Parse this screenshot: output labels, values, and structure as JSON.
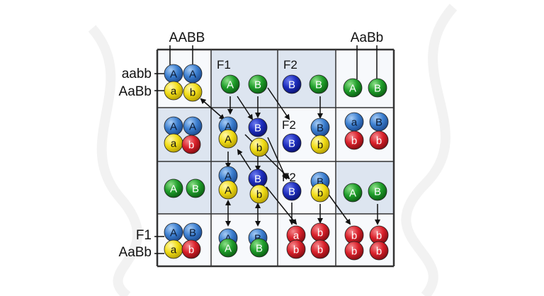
{
  "colors": {
    "blue": "#3c7fd0",
    "dark_blue": "#1d2dbd",
    "green": "#1f9e2a",
    "yellow": "#f1dc16",
    "red": "#d9202a",
    "cell_shade": "#dde5f0",
    "grid_line": "#333333"
  },
  "top_labels": {
    "left": "AABB",
    "right": "AaBb"
  },
  "side_labels": {
    "top1": "aabb",
    "top2": "AaBb",
    "bottom1": "F1",
    "bottom2": "AaBb"
  },
  "cell_labels": {
    "r0c1": "F1",
    "r0c2": "F2",
    "r1c2": "F2",
    "r2c2": "F2"
  },
  "cells": [
    {
      "row": 0,
      "col": 0,
      "balls": [
        {
          "color": "blue",
          "letter": "A"
        },
        {
          "color": "blue",
          "letter": "A"
        },
        {
          "color": "yellow",
          "letter": "a"
        },
        {
          "color": "yellow",
          "letter": "b"
        }
      ]
    },
    {
      "row": 0,
      "col": 1,
      "balls": [
        {
          "color": "green",
          "letter": "A"
        },
        {
          "color": "green",
          "letter": "B"
        }
      ]
    },
    {
      "row": 0,
      "col": 2,
      "balls": [
        {
          "color": "dark_blue",
          "letter": "B"
        },
        {
          "color": "green",
          "letter": "B"
        }
      ]
    },
    {
      "row": 0,
      "col": 3,
      "balls": [
        {
          "color": "green",
          "letter": "A"
        },
        {
          "color": "green",
          "letter": "B"
        }
      ]
    },
    {
      "row": 1,
      "col": 0,
      "balls": [
        {
          "color": "blue",
          "letter": "A"
        },
        {
          "color": "blue",
          "letter": "A"
        },
        {
          "color": "yellow",
          "letter": "a"
        },
        {
          "color": "red",
          "letter": "b"
        }
      ]
    },
    {
      "row": 1,
      "col": 1,
      "balls": [
        {
          "color": "blue",
          "letter": "A"
        },
        {
          "color": "yellow",
          "letter": "A"
        },
        {
          "color": "dark_blue",
          "letter": "B"
        },
        {
          "color": "yellow",
          "letter": "b"
        }
      ]
    },
    {
      "row": 1,
      "col": 2,
      "balls": [
        {
          "color": "blue",
          "letter": "B"
        },
        {
          "color": "dark_blue",
          "letter": "B"
        },
        {
          "color": "yellow",
          "letter": "b"
        }
      ]
    },
    {
      "row": 1,
      "col": 3,
      "balls": [
        {
          "color": "blue",
          "letter": "a"
        },
        {
          "color": "blue",
          "letter": "B"
        },
        {
          "color": "red",
          "letter": "b"
        },
        {
          "color": "red",
          "letter": "b"
        }
      ]
    },
    {
      "row": 2,
      "col": 0,
      "balls": [
        {
          "color": "green",
          "letter": "A"
        },
        {
          "color": "green",
          "letter": "B"
        }
      ]
    },
    {
      "row": 2,
      "col": 1,
      "balls": [
        {
          "color": "blue",
          "letter": "A"
        },
        {
          "color": "yellow",
          "letter": "A"
        },
        {
          "color": "dark_blue",
          "letter": "B"
        },
        {
          "color": "yellow",
          "letter": "b"
        }
      ]
    },
    {
      "row": 2,
      "col": 2,
      "balls": [
        {
          "color": "blue",
          "letter": "B"
        },
        {
          "color": "dark_blue",
          "letter": "B"
        },
        {
          "color": "yellow",
          "letter": "b"
        }
      ]
    },
    {
      "row": 2,
      "col": 3,
      "balls": [
        {
          "color": "green",
          "letter": "A"
        },
        {
          "color": "green",
          "letter": "B"
        }
      ]
    },
    {
      "row": 3,
      "col": 0,
      "balls": [
        {
          "color": "blue",
          "letter": "A"
        },
        {
          "color": "blue",
          "letter": "B"
        },
        {
          "color": "yellow",
          "letter": "a"
        },
        {
          "color": "red",
          "letter": "b"
        }
      ]
    },
    {
      "row": 3,
      "col": 1,
      "balls": [
        {
          "color": "blue",
          "letter": "A"
        },
        {
          "color": "blue",
          "letter": "B"
        },
        {
          "color": "green",
          "letter": "A"
        },
        {
          "color": "green",
          "letter": "B"
        }
      ]
    },
    {
      "row": 3,
      "col": 2,
      "balls": [
        {
          "color": "red",
          "letter": "a"
        },
        {
          "color": "red",
          "letter": "b"
        },
        {
          "color": "red",
          "letter": "b"
        },
        {
          "color": "red",
          "letter": "b"
        }
      ]
    },
    {
      "row": 3,
      "col": 3,
      "balls": [
        {
          "color": "red",
          "letter": "b"
        },
        {
          "color": "red",
          "letter": "b"
        },
        {
          "color": "red",
          "letter": "b"
        },
        {
          "color": "red",
          "letter": "b"
        }
      ]
    }
  ]
}
